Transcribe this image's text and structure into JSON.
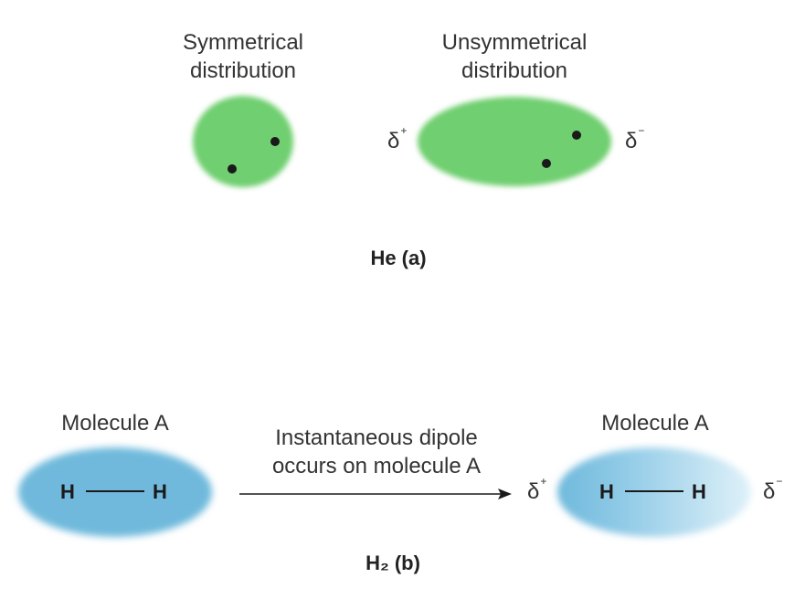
{
  "panel_a": {
    "left_label": "Symmetrical\ndistribution",
    "right_label": "Unsymmetrical\ndistribution",
    "delta_plus": "δ",
    "delta_plus_sign": "+",
    "delta_minus": "δ",
    "delta_minus_sign": "−",
    "caption": "He (a)",
    "cloud_color": "#6fcf6f",
    "electron_color": "#1a1a1a"
  },
  "panel_b": {
    "left_label": "Molecule A",
    "right_label": "Molecule A",
    "arrow_label": "Instantaneous dipole\noccurs on molecule A",
    "atom_left": "H",
    "atom_right": "H",
    "atom2_left": "H",
    "atom2_right": "H",
    "delta_plus": "δ",
    "delta_plus_sign": "+",
    "delta_minus": "δ",
    "delta_minus_sign": "−",
    "caption": "H₂ (b)",
    "cloud_color": "#6fb9dc",
    "cloud_light_color": "#d8eef8"
  }
}
